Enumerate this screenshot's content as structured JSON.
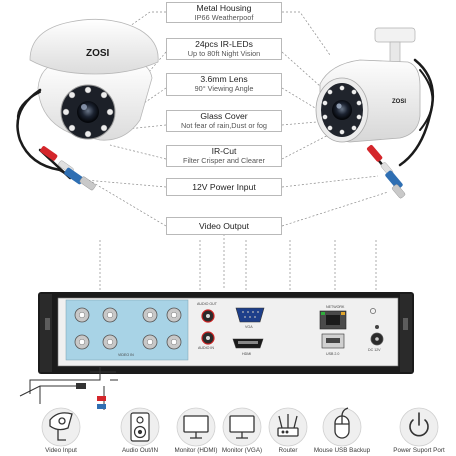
{
  "features": [
    {
      "title": "Metal Housing",
      "subtitle": "IP66 Weatherpoof"
    },
    {
      "title": "24pcs IR-LEDs",
      "subtitle": "Up to 80ft Night Vision"
    },
    {
      "title": "3.6mm Lens",
      "subtitle": "90° Viewing Angle"
    },
    {
      "title": "Glass Cover",
      "subtitle": "Not fear of rain,Dust or fog"
    },
    {
      "title": "IR-Cut",
      "subtitle": "Filter Crisper and Clearer"
    },
    {
      "title": "12V  Power Input",
      "subtitle": ""
    },
    {
      "title": "Video Output",
      "subtitle": ""
    }
  ],
  "camera_logo": "ZOSI",
  "dvr_panel": {
    "video_in": "VIDEO IN",
    "audio_out": "AUDIO OUT",
    "audio_in": "AUDIO IN",
    "vga": "VGA",
    "hdmi": "HDMI",
    "network": "NETWORK",
    "usb": "USB 2.0",
    "power": "DC 12V"
  },
  "accessories": [
    {
      "label": "Video Input",
      "icon": "camera-icon"
    },
    {
      "label": "Audio Out/IN",
      "icon": "speaker-icon"
    },
    {
      "label": "Monitor (HDMI)",
      "icon": "monitor-hdmi-icon"
    },
    {
      "label": "Monitor (VGA)",
      "icon": "monitor-vga-icon"
    },
    {
      "label": "Router",
      "icon": "router-icon"
    },
    {
      "label": "Mouse USB Backup",
      "icon": "mouse-icon"
    },
    {
      "label": "Power Suport Port",
      "icon": "power-icon"
    }
  ],
  "colors": {
    "box_border": "#b9b9b9",
    "dashed_line": "#8a8a8a",
    "dvr_body": "#1b1b1b",
    "panel": "#a8d3e6",
    "cable_red": "#d4262b",
    "cable_blue": "#2f6fb3",
    "icon_bg": "#efefef"
  }
}
